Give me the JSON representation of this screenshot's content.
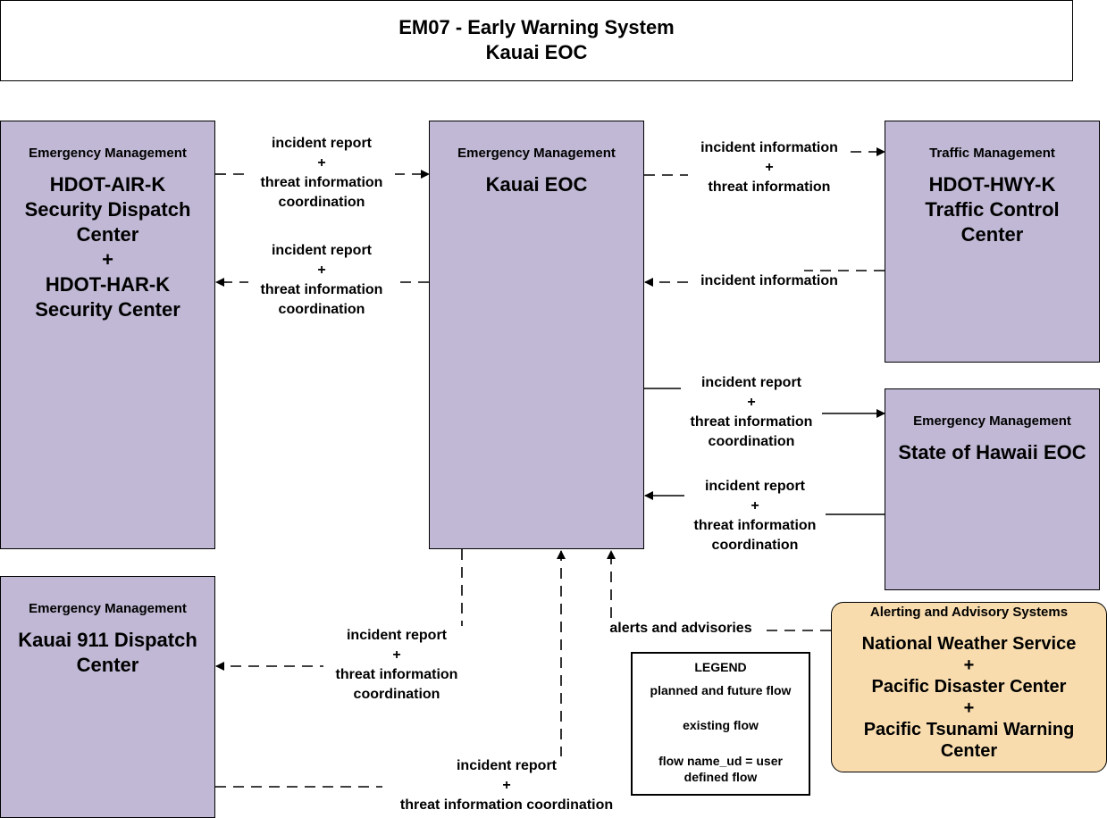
{
  "title": {
    "line1": "EM07 - Early Warning System",
    "line2": "Kauai EOC"
  },
  "nodes": {
    "hdot_air": {
      "category": "Emergency Management",
      "name_lines": [
        "HDOT-AIR-K",
        "Security Dispatch",
        "Center",
        "+",
        "HDOT-HAR-K",
        "Security Center"
      ]
    },
    "kauai_eoc": {
      "category": "Emergency Management",
      "name_lines": [
        "Kauai EOC"
      ]
    },
    "hdot_hwy": {
      "category": "Traffic Management",
      "name_lines": [
        "HDOT-HWY-K",
        "Traffic Control",
        "Center"
      ]
    },
    "state_eoc": {
      "category": "Emergency Management",
      "name_lines": [
        "State of Hawaii EOC"
      ]
    },
    "kauai_911": {
      "category": "Emergency Management",
      "name_lines": [
        "Kauai 911 Dispatch",
        "Center"
      ]
    },
    "alerting": {
      "category": "Alerting and Advisory Systems",
      "name_lines": [
        "National Weather Service",
        "+",
        "Pacific Disaster Center",
        "+",
        "Pacific Tsunami Warning",
        "Center"
      ]
    }
  },
  "flows": {
    "air_to_eoc": [
      "incident report",
      "+",
      "threat information",
      "coordination"
    ],
    "eoc_to_air": [
      "incident report",
      "+",
      "threat information",
      "coordination"
    ],
    "eoc_to_hwy": [
      "incident information",
      "+",
      "threat information"
    ],
    "hwy_to_eoc": [
      "incident information"
    ],
    "eoc_to_state": [
      "incident report",
      "+",
      "threat information",
      "coordination"
    ],
    "state_to_eoc": [
      "incident report",
      "+",
      "threat information",
      "coordination"
    ],
    "eoc_to_911": [
      "incident report",
      "+",
      "threat information",
      "coordination"
    ],
    "n911_to_eoc": [
      "incident report",
      "+",
      "threat information coordination"
    ],
    "alert_to_eoc": [
      "alerts and advisories"
    ]
  },
  "legend": {
    "title": "LEGEND",
    "planned": "planned and future flow",
    "existing": "existing flow",
    "user_line1": "flow name_ud = user",
    "user_line2": "defined flow"
  }
}
